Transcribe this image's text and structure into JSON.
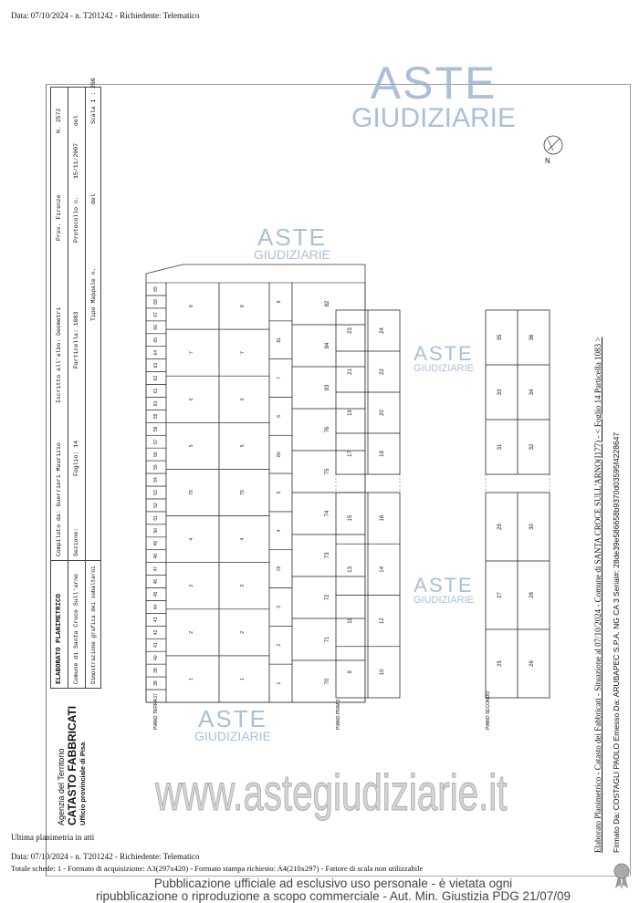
{
  "top_header": "Data: 07/10/2024 - n. T201242 - Richiedente: Telematico",
  "form": {
    "title": "ELABORATO PLANIMETRICO",
    "compilato": "Compilato da: Guerrieri Maurizio",
    "iscritto": "Iscritto all'albo: Geometri",
    "provincia": "Prov. Firenze",
    "numero": "N. 2572",
    "comune": "Comune di Santa Croce Sull'arno",
    "sezione": "Sezione:",
    "foglio": "Foglio: 14",
    "particella": "Particella: 1083",
    "protocollo": "Protocollo n.",
    "protocollo_data": "15/11/2007",
    "protocollo_del": "del",
    "dimostrazione": "Dimostrazione grafica dei subalterni",
    "tipo_mappale": "Tipo Mappale n.",
    "tipo_del": "del",
    "scala": "Scala 1 : 200"
  },
  "logo": {
    "agenzia": "Agenzia del Territorio",
    "catasto": "CATASTO FABBRICATI",
    "ufficio": "Ufficio provinciale di Pisa"
  },
  "north_label": "N",
  "plans": {
    "ground": {
      "label": "PIANO TERRA",
      "strip_units": [
        "37",
        "38",
        "39",
        "40",
        "41",
        "42",
        "43",
        "44",
        "45",
        "46",
        "47",
        "48",
        "49",
        "50",
        "51",
        "52",
        "53",
        "54",
        "55",
        "56",
        "57",
        "58",
        "59",
        "60",
        "61",
        "62",
        "63",
        "64",
        "65",
        "66",
        "67",
        "68",
        "69"
      ],
      "rooms": [
        "1",
        "2",
        "3",
        "4",
        "79",
        "5",
        "6",
        "7",
        "8"
      ],
      "inner_units": [
        "1",
        "2",
        "3",
        "78",
        "4",
        "5",
        "80",
        "6",
        "7",
        "81",
        "8"
      ],
      "upper_units": [
        "70",
        "71",
        "72",
        "73",
        "74",
        "75",
        "76",
        "83",
        "84",
        "82"
      ]
    },
    "first": {
      "label": "PIANO PRIMO",
      "block_a": [
        "9",
        "10",
        "11",
        "12",
        "13",
        "14",
        "15",
        "16"
      ],
      "block_b": [
        "17",
        "18",
        "19",
        "20",
        "21",
        "22",
        "23",
        "24"
      ]
    },
    "second": {
      "label": "PIANO SECONDO",
      "block_a": [
        "25",
        "26",
        "27",
        "28",
        "29",
        "30"
      ],
      "block_b": [
        "31",
        "32",
        "33",
        "34",
        "35",
        "36"
      ]
    }
  },
  "watermarks": {
    "aste": "ASTE",
    "giudiziarie": "GIUDIZIARIE",
    "url": "www.astegiudiziarie.it"
  },
  "side": {
    "line1": "Elaborato Planimetrico - Catasto dei Fabbricati - Situazione al 07/10/2024 - Comune di SANTA CROCE SULL'ARNO(I177) - < Foglio 14 Particella 1083 >",
    "line2": "Firmato Da: COSTAGLI PAOLO Emesso Da: ARUBAPEC S.P.A. NG CA 3 Serial#: 28de39e586658b9370d03595f4228647"
  },
  "footer": {
    "ultima": "Ultima planimetria in atti",
    "data": "Data: 07/10/2024 - n. T201242 - Richiedente: Telematico",
    "totale": "Totale schede: 1 - Formato di acquisizione: A3(297x420) - Formato stampa richiesto: A4(210x297) - Fattore di scala non utilizzabile",
    "pub1": "Pubblicazione ufficiale ad esclusivo uso personale - è vietata ogni",
    "pub2": "ripubblicazione o riproduzione a scopo commerciale - Aut. Min. Giustizia PDG 21/07/09"
  }
}
